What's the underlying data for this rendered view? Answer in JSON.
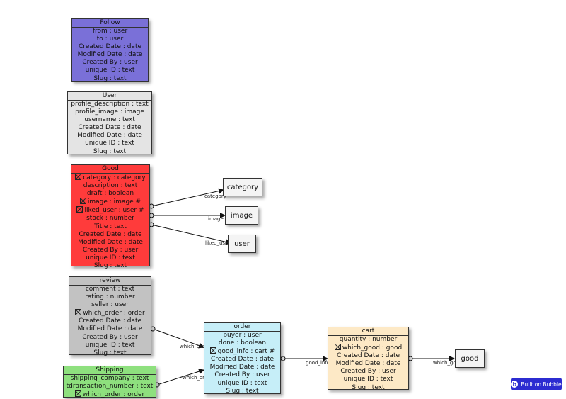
{
  "entities": {
    "follow": {
      "title": "Follow",
      "color": "#7a70d8",
      "fields": [
        {
          "text": "from : user"
        },
        {
          "text": "to : user"
        },
        {
          "text": "Created Date : date"
        },
        {
          "text": "Modified Date : date"
        },
        {
          "text": "Created By : user"
        },
        {
          "text": "unique ID : text"
        },
        {
          "text": "Slug : text"
        }
      ]
    },
    "user": {
      "title": "User",
      "color": "#e4e4e4",
      "fields": [
        {
          "text": "profile_description : text"
        },
        {
          "text": "profile_image : image"
        },
        {
          "text": "username : text"
        },
        {
          "text": "Created Date : date"
        },
        {
          "text": "Modified Date : date"
        },
        {
          "text": "unique ID : text"
        },
        {
          "text": "Slug : text"
        }
      ]
    },
    "good": {
      "title": "Good",
      "color": "#ff3b3b",
      "fields": [
        {
          "text": "category : category",
          "checkbox": true
        },
        {
          "text": "description : text"
        },
        {
          "text": "draft : boolean"
        },
        {
          "text": "image : image #",
          "checkbox": true
        },
        {
          "text": "liked_user : user #",
          "checkbox": true
        },
        {
          "text": "stock : number"
        },
        {
          "text": "Title : text"
        },
        {
          "text": "Created Date : date"
        },
        {
          "text": "Modified Date : date"
        },
        {
          "text": "Created By : user"
        },
        {
          "text": "unique ID : text"
        },
        {
          "text": "Slug : text"
        }
      ]
    },
    "review": {
      "title": "review",
      "color": "#c2c2c2",
      "fields": [
        {
          "text": "comment : text"
        },
        {
          "text": "rating : number"
        },
        {
          "text": "seller : user"
        },
        {
          "text": "which_order : order",
          "checkbox": true
        },
        {
          "text": "Created Date : date"
        },
        {
          "text": "Modified Date : date"
        },
        {
          "text": "Created By : user"
        },
        {
          "text": "unique ID : text"
        },
        {
          "text": "Slug : text"
        }
      ]
    },
    "shipping": {
      "title": "Shipping",
      "color": "#8ee07e",
      "fields": [
        {
          "text": "shipping_company : text"
        },
        {
          "text": "tdransaction_number : text"
        },
        {
          "text": "which_order : order",
          "checkbox": true
        }
      ]
    },
    "order": {
      "title": "order",
      "color": "#c6eef8",
      "fields": [
        {
          "text": "buyer : user"
        },
        {
          "text": "done : boolean"
        },
        {
          "text": "good_info : cart #",
          "checkbox": true
        },
        {
          "text": "Created Date : date"
        },
        {
          "text": "Modified Date : date"
        },
        {
          "text": "Created By : user"
        },
        {
          "text": "unique ID : text"
        },
        {
          "text": "Slug : text"
        }
      ]
    },
    "cart": {
      "title": "cart",
      "color": "#fde9c6",
      "fields": [
        {
          "text": "quantity : number"
        },
        {
          "text": "which_good : good",
          "checkbox": true
        },
        {
          "text": "Created Date : date"
        },
        {
          "text": "Modified Date : date"
        },
        {
          "text": "Created By : user"
        },
        {
          "text": "unique ID : text"
        },
        {
          "text": "Slug : text"
        }
      ]
    }
  },
  "refs": {
    "category": "category",
    "image": "image",
    "user": "user",
    "good": "good"
  },
  "edge_labels": {
    "category": "category",
    "image": "image #",
    "liked_user": "liked_user #",
    "review_which_order": "which_order",
    "shipping_which_order": "which_order",
    "good_info": "good_info #",
    "which_good": "which_good"
  },
  "badge": {
    "text": "Built on Bubble",
    "logo": "b"
  }
}
